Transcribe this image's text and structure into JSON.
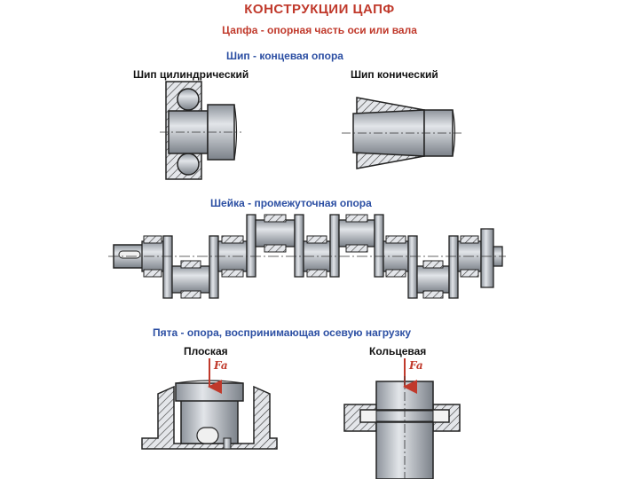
{
  "title": "КОНСТРУКЦИИ ЦАПФ",
  "subtitle": "Цапфа - опорная часть оси или вала",
  "sections": {
    "ship": "Шип - концевая опора",
    "sheika": "Шейка - промежуточная опора",
    "pyata": "Пята - опора, воспринимающая осевую нагрузку"
  },
  "labels": {
    "ship_cyl": "Шип цилиндрический",
    "ship_con": "Шип конический",
    "ploskaya": "Плоская",
    "koltsevaya": "Кольцевая"
  },
  "force_label": "Fa",
  "colors": {
    "title": "#c0392b",
    "section": "#2c4fa3",
    "metal": "#b9bdc4",
    "outline": "#222222",
    "force": "#c0392b"
  }
}
